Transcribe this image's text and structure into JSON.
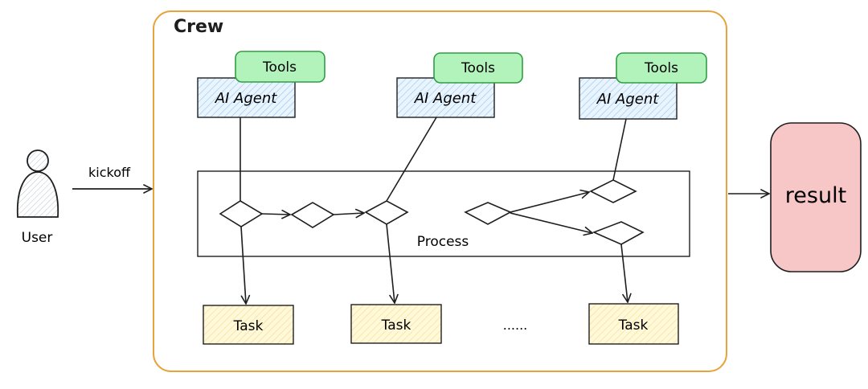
{
  "crew": {
    "title": "Crew"
  },
  "user": {
    "label": "User"
  },
  "kickoff": {
    "label": "kickoff"
  },
  "process": {
    "label": "Process"
  },
  "result": {
    "label": "result"
  },
  "agents": [
    {
      "label": "AI Agent",
      "tools_label": "Tools"
    },
    {
      "label": "AI Agent",
      "tools_label": "Tools"
    },
    {
      "label": "AI Agent",
      "tools_label": "Tools"
    }
  ],
  "tasks": [
    {
      "label": "Task"
    },
    {
      "label": "Task"
    },
    {
      "label": "Task"
    }
  ],
  "ellipsis": {
    "label": "......"
  },
  "colors": {
    "crew_border": "#e8a33c",
    "tools_fill": "#b2f2bb",
    "tools_border": "#2f9e44",
    "agent_fill": "#a5d8ff",
    "task_fill": "#ffec99",
    "result_fill": "#f7c6c6",
    "stroke": "#1e1e1e"
  }
}
